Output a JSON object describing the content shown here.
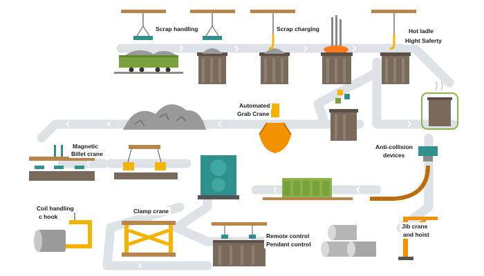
{
  "labels": {
    "scrap_handling": "Scrap handling",
    "scrap_charging": "Scrap charging",
    "hot_ladle_1": "Hot ladle",
    "hot_ladle_2": "Hight Saferty",
    "automated_grab_1": "Automated",
    "automated_grab_2": "Grab Crane",
    "magnetic_billet_1": "Magnetic",
    "magnetic_billet_2": "Billet  crane",
    "anti_collision_1": "Anti-collision",
    "anti_collision_2": "devices",
    "coil_handling_1": "Coil handling",
    "coil_handling_2": "c hook",
    "clamp_crane": "Clamp crane",
    "remote_control_1": "Remote control",
    "remote_control_2": "Pendant control",
    "jib_crane_1": "Jib crane",
    "jib_crane_2": "and hoist"
  },
  "colors": {
    "flow_path": "#dde2e6",
    "beam": "#b8864b",
    "hook": "#f2b400",
    "furnace": "#7a6a5c",
    "scrap": "#9a9a9a",
    "wagon": "#7aa23c",
    "machine_teal": "#2f8f8a",
    "caster_green": "#8ab24a",
    "molten": "#ff7a1a"
  }
}
